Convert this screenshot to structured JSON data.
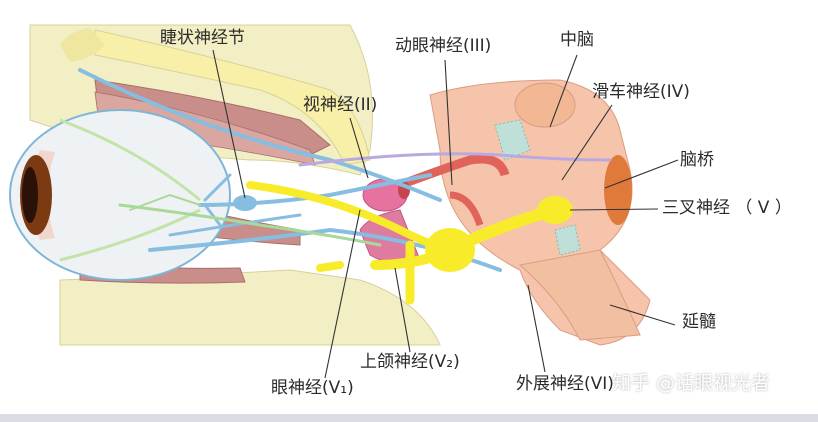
{
  "labels": {
    "ciliary_ganglion": "睫状神经节",
    "oculomotor_nerve": "动眼神经(III)",
    "midbrain": "中脑",
    "optic_nerve": "视神经(II)",
    "trochlear_nerve": "滑车神经(IV)",
    "pons": "脑桥",
    "trigeminal_nerve": "三叉神经 （ V ）",
    "medulla": "延髓",
    "maxillary_nerve": "上颌神经(V₂)",
    "ophthalmic_nerve": "眼神经(V₁)",
    "abducens_nerve": "外展神经(VI)"
  },
  "watermark": "知乎 @话眼视光者",
  "colors": {
    "bone": "#f3efc4",
    "muscle": "#c98e8a",
    "nerve_yellow": "#f8ec2a",
    "nerve_blue": "#86bde0",
    "brainstem": "#f6c4aa",
    "chiasm_pink": "#e6739f",
    "artery_red": "#e1645a",
    "eye_white": "#eef2f4",
    "iris": "#7b3a12"
  }
}
